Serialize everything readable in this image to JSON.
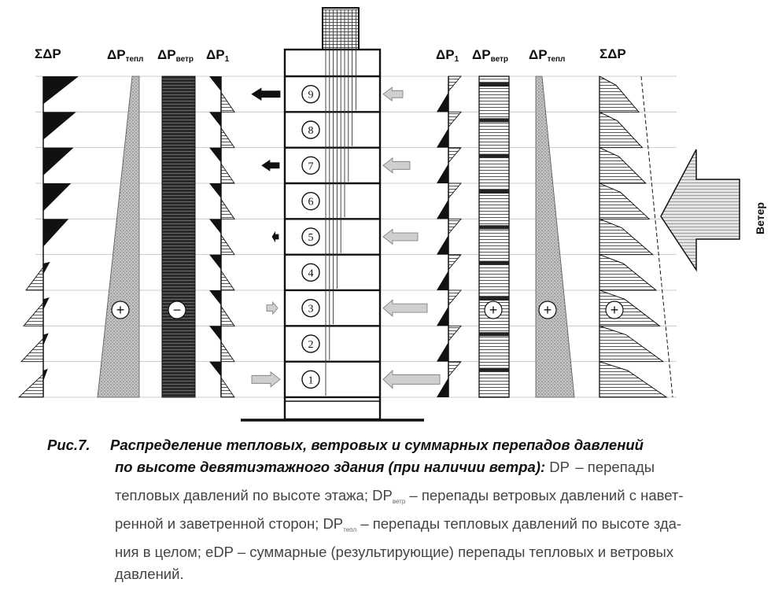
{
  "headers": {
    "left_sum": "ΣΔP",
    "left_thermal_main": "ΔP",
    "left_thermal_sub": "тепл",
    "left_wind_main": "ΔP",
    "left_wind_sub": "ветр",
    "left_floor_main": "ΔP",
    "left_floor_sub": "1",
    "right_floor_main": "ΔP",
    "right_floor_sub": "1",
    "right_wind_main": "ΔP",
    "right_wind_sub": "ветр",
    "right_thermal_main": "ΔP",
    "right_thermal_sub": "тепл",
    "right_sum": "ΣΔP"
  },
  "floors": [
    "1",
    "2",
    "3",
    "4",
    "5",
    "6",
    "7",
    "8",
    "9"
  ],
  "signs": {
    "left_thermal": "+",
    "left_wind": "−",
    "right_wind": "+",
    "right_thermal": "+",
    "right_sum": "+"
  },
  "wind_label": "Ветер",
  "caption": {
    "fig": "Рис.7.",
    "title_1": "Распределение тепловых, ветровых и суммарных перепадов давлений",
    "title_2": "по высоте девятиэтажного здания (при наличии ветра):",
    "t1": "DP",
    "t2": "– перепады",
    "line3": "тепловых давлений по высоте этажа; DP",
    "line3_sub": "ветр",
    "line3_rest": "– перепады ветровых давлений с навет-",
    "line4": "ренной и заветренной сторон; DP",
    "line4_sub": "тепл",
    "line4_rest": "– перепады тепловых давлений по высоте зда-",
    "line5": "ния в целом; eDP – суммарные (результирующие) перепады тепловых и ветровых",
    "line6": "давлений."
  },
  "colors": {
    "ink": "#111111",
    "gray_arrow": "#c8c8c8",
    "stipple": "#b9b9b9"
  }
}
